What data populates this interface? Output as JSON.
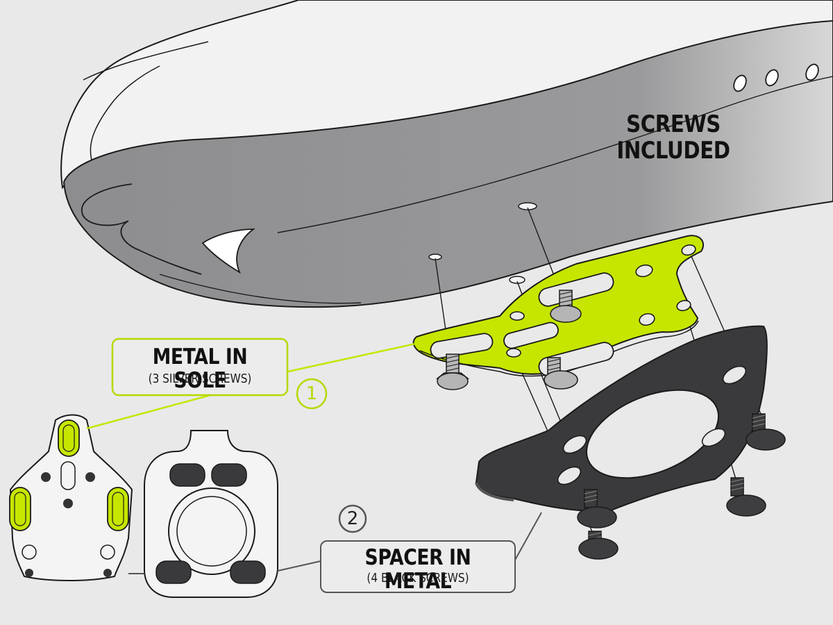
{
  "colors": {
    "background": "#e9e9e9",
    "accent": "#c6e600",
    "accent_dark": "#9ac400",
    "shoe_sole": "#8e8e90",
    "spacer": "#3a3a3c",
    "outline": "#1a1a1a"
  },
  "labels": {
    "screws_included": {
      "line1": "SCREWS",
      "line2": "INCLUDED"
    },
    "metal_in_sole": {
      "title": "METAL IN SOLE",
      "subtitle": "(3 SILVER SCREWS)",
      "number": "1"
    },
    "spacer_in_metal": {
      "title": "SPACER IN METAL",
      "subtitle": "(4 BLACK SCREWS)",
      "number": "2"
    }
  }
}
